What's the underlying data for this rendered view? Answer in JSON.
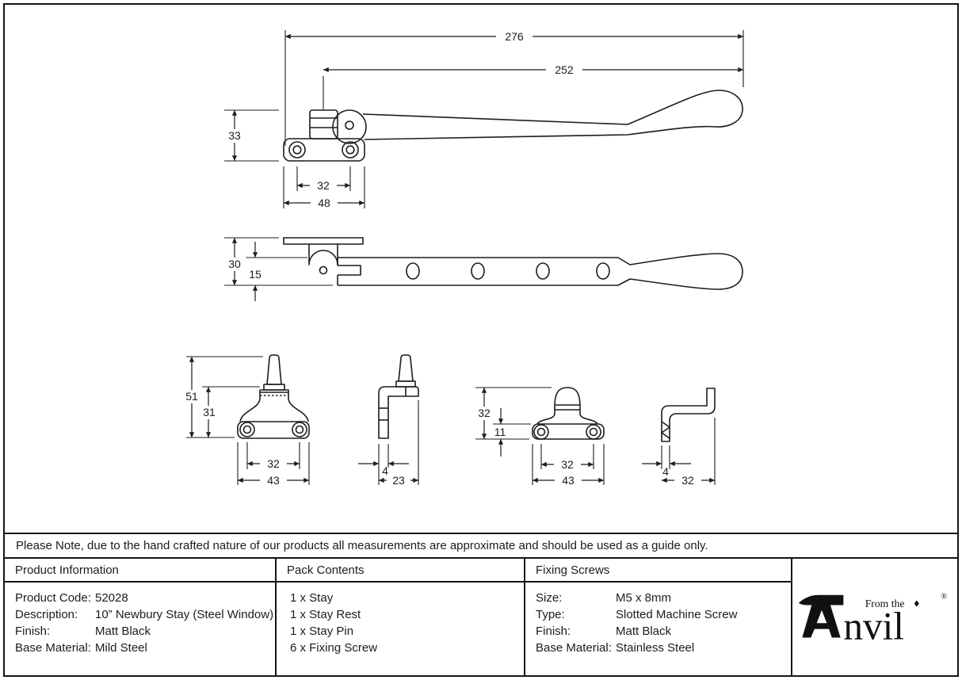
{
  "colors": {
    "line": "#1c1c1c",
    "border": "#141414",
    "background": "#ffffff"
  },
  "note": {
    "text": "Please Note, due to the hand crafted nature of our products all measurements are approximate and should be used as a guide only."
  },
  "drawings": {
    "stay_front": {
      "dims": {
        "overall_length": "276",
        "arm_length": "252",
        "plate_height": "33",
        "hole_spacing": "32",
        "plate_width": "48"
      }
    },
    "stay_side": {
      "dims": {
        "overall_height": "30",
        "bar_height": "15"
      }
    },
    "pin_front": {
      "dims": {
        "overall_height": "51",
        "body_height": "31",
        "hole_spacing": "32",
        "base_width": "43"
      }
    },
    "pin_side": {
      "dims": {
        "thickness": "4",
        "depth": "23"
      }
    },
    "rest_front": {
      "dims": {
        "overall_height": "32",
        "base_height": "11",
        "hole_spacing": "32",
        "base_width": "43"
      }
    },
    "rest_side": {
      "dims": {
        "thickness": "4",
        "depth": "32"
      }
    }
  },
  "table": {
    "product_information": {
      "header": "Product Information",
      "rows": [
        {
          "label": "Product Code:",
          "value": "52028"
        },
        {
          "label": "Description:",
          "value": "10” Newbury Stay (Steel Window)"
        },
        {
          "label": "Finish:",
          "value": "Matt Black"
        },
        {
          "label": "Base Material:",
          "value": "Mild Steel"
        }
      ]
    },
    "pack_contents": {
      "header": "Pack Contents",
      "items": [
        "1 x Stay",
        "1 x Stay Rest",
        "1 x Stay Pin",
        "6 x Fixing Screw"
      ]
    },
    "fixing_screws": {
      "header": "Fixing Screws",
      "rows": [
        {
          "label": "Size:",
          "value": "M5 x 8mm"
        },
        {
          "label": "Type:",
          "value": "Slotted Machine Screw"
        },
        {
          "label": "Finish:",
          "value": "Matt Black"
        },
        {
          "label": "Base Material:",
          "value": "Stainless Steel"
        }
      ]
    }
  },
  "logo": {
    "tagline": "From the",
    "diamond": "♦",
    "brand_rest": "nvil",
    "registered": "®"
  }
}
